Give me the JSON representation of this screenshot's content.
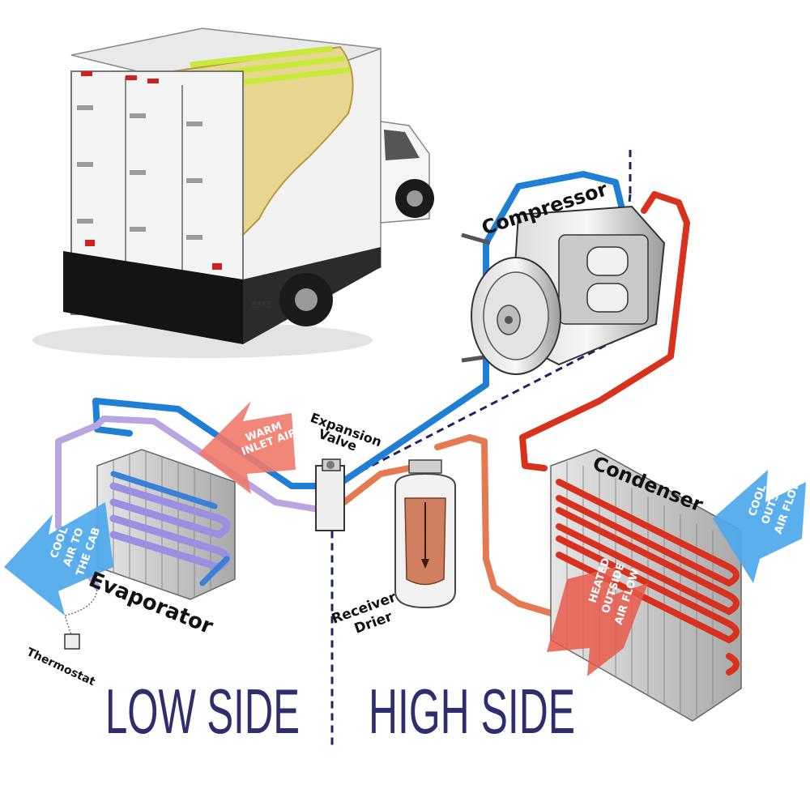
{
  "labels": {
    "compressor": "Compressor",
    "expansion_valve_line1": "Expansion",
    "expansion_valve_line2": "Valve",
    "condenser": "Condenser",
    "evaporator": "Evaporator",
    "receiver_drier_line1": "Receiver",
    "receiver_drier_line2": "Drier",
    "thermostat": "Thermostat",
    "low_side": "LOW SIDE",
    "high_side": "HIGH SIDE"
  },
  "airflow": {
    "warm_inlet_line1": "WARM",
    "warm_inlet_line2": "INLET AIR",
    "cool_cab_line1": "COOL",
    "cool_cab_line2": "AIR TO",
    "cool_cab_line3": "THE CAB",
    "cool_outside_line1": "COOL",
    "cool_outside_line2": "OUTSIDE",
    "cool_outside_line3": "AIR FLOW",
    "heated_outside_line1": "HEATED",
    "heated_outside_line2": "OUTSIDE",
    "heated_outside_line3": "AIR FLOW"
  },
  "truck": {
    "badge": "EME"
  },
  "colors": {
    "low_pressure_gas": "#1f7fd4",
    "low_pressure_liquid": "#b9a6e0",
    "high_pressure_gas": "#d8321f",
    "high_pressure_liquid": "#e37a52",
    "cool_air": "#4da8ec",
    "warm_air": "#f07a6a",
    "divider": "#1e2566",
    "side_text": "#2e2e6e"
  }
}
